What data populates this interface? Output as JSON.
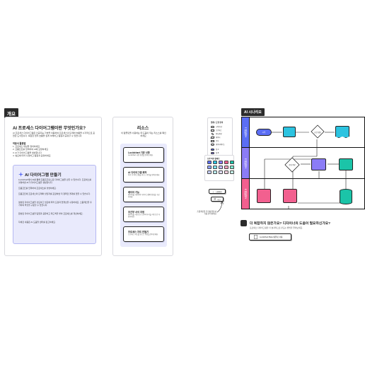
{
  "overview": {
    "tag": "개요",
    "title": "AI 프로세스 다이어그램이란 무엇인가요?",
    "body": "AI 프로세스 다이어그램은 인공지능 기술을 이용하여 프로세스의 단계와 흐름을 시각적으로 표현한 도식입니다. 복잡한 업무 흐름을 쉽게 이해하고 팀원과 공유할 수 있습니다.",
    "steps_title": "작동식 활용법",
    "steps": [
      "1. 프로세스 대상을 정의하세요",
      "2. 프롬프트를 입력하여 AI에 요청하세요",
      "3. AI가 다이어그램을 생성합니다",
      "4. 필요에 따라 수정하고 팀원과 공유하세요"
    ],
    "ai_box": {
      "title": "AI 다이어그램 만들기",
      "paras": [
        "Lucidchart에서 AI를 통해 프롬프트만으로 다이어그램을 만들 수 있습니다. 프로세스를 설명하면 AI가 다이어그램을 생성합니다.",
        "프롬프트를 입력하여 프로세스를 설명하세요.",
        "프롬프트에 프로세스의 단계와 담당자를 포함하면 더 정확한 결과를 얻을 수 있습니다.",
        "생성된 다이어그램을 검토하고 필요에 따라 도형과 연결선을 수정하세요. 스윔레인을 추가하여 역할을 구분할 수 있습니다.",
        "완성된 다이어그램을 팀원과 공유하고 피드백을 받아 프로세스를 개선하세요.",
        "자세한 내용은 AI 도움말 센터를 참고하세요."
      ]
    }
  },
  "resources": {
    "title": "리소스",
    "subtitle": "이 템플릿을 사용하는 데 도움이 되는 리소스를 확인하세요.",
    "items": [
      {
        "title": "Lucidchart 기본 사항",
        "desc": "Lucidchart 사용 방법을 알아보세요."
      },
      {
        "title": "AI 다이어그램 제작",
        "desc": "AI로 다이어그램을 만드는 방법을 알아보세요."
      },
      {
        "title": "레이어 기능",
        "desc": "레이어를 사용하여 다이어그램의 정보를 구성하세요."
      },
      {
        "title": "조건부 서식 지정",
        "desc": "데이터를 기반으로 도형의 서식을 자동으로 지정하세요."
      },
      {
        "title": "프로세스 차트 만들기",
        "desc": "프로세스 차트를 만드는 방법을 알아보세요."
      }
    ]
  },
  "legend": {
    "title": "범례 / 도형 정의",
    "rows": [
      "시작/종료",
      "프로세스",
      "의사결정",
      "데이터",
      "문서",
      "데이터베이스"
    ],
    "tags": [
      "팀 A",
      "팀 B",
      "팀 C"
    ]
  },
  "palette": {
    "title": "도형 색상 팔레트"
  },
  "buttons": {
    "add_lane": "스윔레인",
    "link": "링크"
  },
  "side_note": "스윔레인을 추가하려면 여기를 클릭하세요",
  "diagram": {
    "tag": "AI 시나리오",
    "lanes": [
      "시나리오 1",
      "시나리오 2",
      "시나리오 3"
    ],
    "lane_colors": [
      "#5b6ef5",
      "#8b7cf6",
      "#f2608f"
    ],
    "start_label": "시작",
    "decision1": "조건 확인",
    "decision2": "승인 여부"
  },
  "question": {
    "title": "더 복잡하지 않은가요? 디자이너의 도움이 필요하신가요?",
    "subtitle": "프로세스 다이어그램을 더 효과적으로 만드는 방법을 알아보세요.",
    "button": "Lucidchart Beta 템플릿 사용"
  },
  "colors": {
    "lavender": "#e9eafc",
    "blue": "#5b6ef5",
    "purple": "#8b7cf6",
    "pink": "#f2608f",
    "teal": "#1bc4a8",
    "cyan": "#2cc3e0"
  }
}
